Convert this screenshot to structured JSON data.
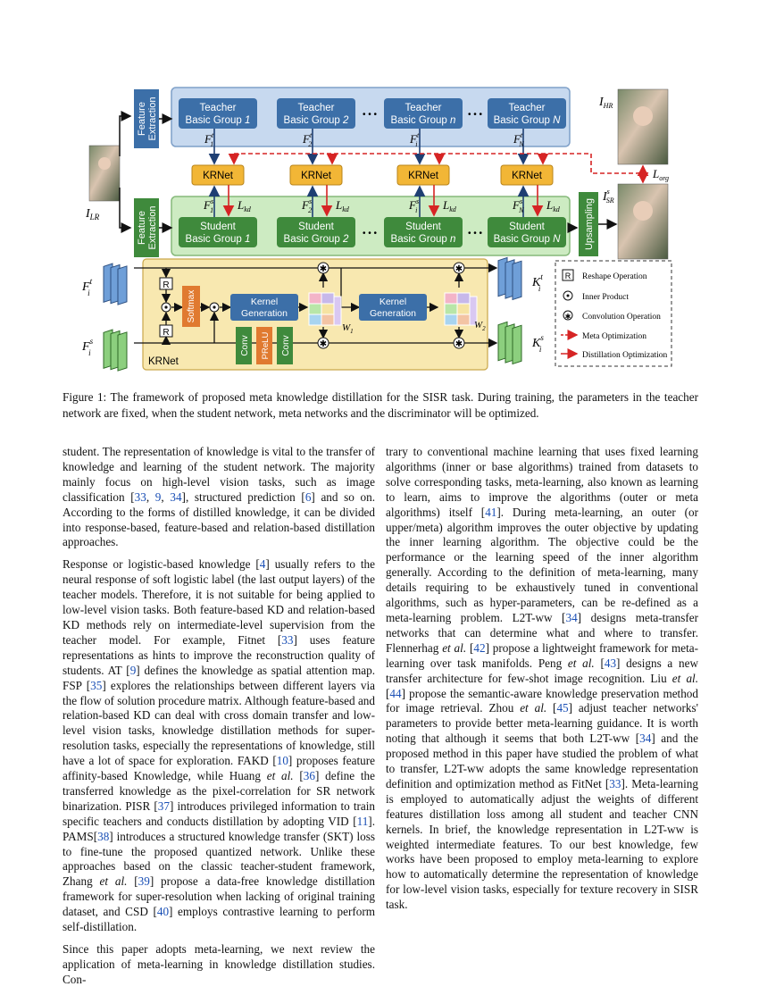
{
  "figure": {
    "teacher_groups": [
      {
        "line1": "Teacher",
        "line2": "Basic Group ",
        "idx": "1"
      },
      {
        "line1": "Teacher",
        "line2": "Basic Group ",
        "idx": "2"
      },
      {
        "line1": "Teacher",
        "line2": "Basic Group ",
        "idx": "n"
      },
      {
        "line1": "Teacher",
        "line2": "Basic Group ",
        "idx": "N"
      }
    ],
    "student_groups": [
      {
        "line1": "Student",
        "line2": "Basic Group ",
        "idx": "1"
      },
      {
        "line1": "Student",
        "line2": "Basic Group ",
        "idx": "2"
      },
      {
        "line1": "Student",
        "line2": "Basic Group ",
        "idx": "n"
      },
      {
        "line1": "Student",
        "line2": "Basic Group ",
        "idx": "N"
      }
    ],
    "krnet_label": "KRNet",
    "feature_extraction": "Feature Extraction",
    "feature_extraction_l1": "Feature",
    "feature_extraction_l2": "Extraction",
    "upsampling": "Upsampling",
    "ellipsis": "• • •",
    "teacher_feat_labels": [
      "F",
      "F",
      "F",
      "F"
    ],
    "teacher_feat_sub": [
      "1",
      "2",
      "i",
      "N"
    ],
    "student_feat_sub": [
      "1",
      "2",
      "i",
      "N"
    ],
    "lkd": "L",
    "lkd_sub": "kd",
    "lorg": "L",
    "lorg_sub": "org",
    "i_hr": "I",
    "i_hr_sub": "HR",
    "i_lr": "I",
    "i_lr_sub": "LR",
    "i_sr": "I",
    "i_sr_sub": "SR",
    "sup_t": "t",
    "sup_s": "s",
    "detail": {
      "ft": "F",
      "fs": "F",
      "kt": "K",
      "ks": "K",
      "sub_i": "i",
      "reshape": "R",
      "softmax": "Softmax",
      "kernel_gen_l1": "Kernel",
      "kernel_gen_l2": "Generation",
      "conv": "Conv",
      "prelu": "PReLU",
      "w1": "W",
      "w1_sub": "1",
      "w2": "W",
      "w2_sub": "2",
      "krnet": "KRNet"
    },
    "legend": [
      {
        "key": "reshape",
        "symbol": "R",
        "label": "Reshape Operation"
      },
      {
        "key": "inner",
        "label": "Inner Product"
      },
      {
        "key": "conv",
        "label": "Convolution Operation"
      },
      {
        "key": "meta",
        "label": "Meta Optimization"
      },
      {
        "key": "distill",
        "label": "Distillation Optimization"
      }
    ],
    "colors": {
      "teacher_box": "#3c6fa8",
      "student_box": "#3f8a3c",
      "krnet_box": "#f2b636",
      "teacher_panel": "#c7d9ef",
      "student_panel": "#cdebc2",
      "detail_panel": "#f8e8b0",
      "softmax": "#e07a30",
      "meta_arrow": "#d62424"
    }
  },
  "caption": {
    "text": "Figure 1: The framework of proposed meta knowledge distillation for the SISR task. During training, the parameters in the teacher network are fixed, when the student network, meta networks and the discriminator will be optimized."
  },
  "body": {
    "left_p1": {
      "t1": "student. The representation of knowledge is vital to the transfer of knowledge and learning of the student network. The majority mainly focus on high-level vision tasks, such as image classification [",
      "c1": "33",
      "t2": ", ",
      "c2": "9",
      "t3": ", ",
      "c3": "34",
      "t4": "], structured prediction [",
      "c4": "6",
      "t5": "] and so on. According to the forms of distilled knowledge, it can be divided into response-based, feature-based and relation-based distillation approaches."
    },
    "left_p2": {
      "t1": "Response or logistic-based knowledge [",
      "c1": "4",
      "t2": "] usually refers to the neural response of soft logistic label (the last output layers) of the teacher models. Therefore, it is not suitable for being applied to low-level vision tasks. Both feature-based KD and relation-based KD methods rely on intermediate-level supervision from the teacher model. For example, Fitnet [",
      "c2": "33",
      "t3": "] uses feature representations as hints to improve the reconstruction quality of students. AT [",
      "c3": "9",
      "t4": "] defines the knowledge as spatial attention map. FSP [",
      "c4": "35",
      "t5": "] explores the relationships between different layers via the flow of solution procedure matrix. Although feature-based and relation-based KD can deal with cross domain transfer and low-level vision tasks, knowledge distillation methods for super-resolution tasks, especially the representations of knowledge, still have a lot of space for exploration. FAKD [",
      "c5": "10",
      "t6": "] proposes feature affinity-based Knowledge, while Huang ",
      "etal1": "et al.",
      "t7": " [",
      "c6": "36",
      "t8": "] define the transferred knowledge as the pixel-correlation for SR network binarization. PISR [",
      "c7": "37",
      "t9": "] introduces privileged information to train specific teachers and conducts distillation by adopting VID [",
      "c8": "11",
      "t10": "]. PAMS[",
      "c9": "38",
      "t11": "] introduces a structured knowledge transfer (SKT) loss to fine-tune the proposed quantized network. Unlike these approaches based on the classic teacher-student framework, Zhang ",
      "etal2": "et al.",
      "t12": " [",
      "c10": "39",
      "t13": "] propose a data-free knowledge distillation framework for super-resolution when lacking of original training dataset, and CSD [",
      "c11": "40",
      "t14": "] employs contrastive learning to perform self-distillation."
    },
    "left_p3": {
      "t1": "Since this paper adopts meta-learning, we next review the application of meta-learning in knowledge distillation studies. Con-"
    },
    "right_p1": {
      "t1": "trary to conventional machine learning that uses fixed learning algorithms (inner or base algorithms) trained from datasets to solve corresponding tasks, meta-learning, also known as learning to learn, aims to improve the algorithms (outer or meta algorithms) itself [",
      "c1": "41",
      "t2": "]. During meta-learning, an outer (or upper/meta) algorithm improves the outer objective by updating the inner learning algorithm. The objective could be the performance or the learning speed of the inner algorithm generally. According to the definition of meta-learning, many details requiring to be exhaustively tuned in conventional algorithms, such as hyper-parameters, can be re-defined as a meta-learning problem. L2T-ww [",
      "c2": "34",
      "t3": "] designs meta-transfer networks that can determine what and where to transfer. Flennerhag ",
      "etal1": "et al.",
      "t4": " [",
      "c3": "42",
      "t5": "] propose a lightweight framework for meta-learning over task manifolds. Peng ",
      "etal2": "et al.",
      "t6": " [",
      "c4": "43",
      "t7": "] designs a new transfer architecture for few-shot image recognition. Liu ",
      "etal3": "et al.",
      "t8": " [",
      "c5": "44",
      "t9": "] propose the semantic-aware knowledge preservation method for image retrieval. Zhou ",
      "etal4": "et al.",
      "t10": " [",
      "c6": "45",
      "t11": "] adjust teacher networks' parameters to provide better meta-learning guidance. It is worth noting that although it seems that both L2T-ww [",
      "c7": "34",
      "t12": "] and the proposed method in this paper have studied the problem of what to transfer, L2T-ww adopts the same knowledge representation definition and optimization method as FitNet [",
      "c8": "33",
      "t13": "]. Meta-learning is employed to automatically adjust the weights of different features distillation loss among all student and teacher CNN kernels. In brief, the knowledge representation in L2T-ww is weighted intermediate features. To our best knowledge, few works have been proposed to employ meta-learning to explore how to automatically determine the representation of knowledge for low-level vision tasks, especially for texture recovery in SISR task."
    }
  }
}
